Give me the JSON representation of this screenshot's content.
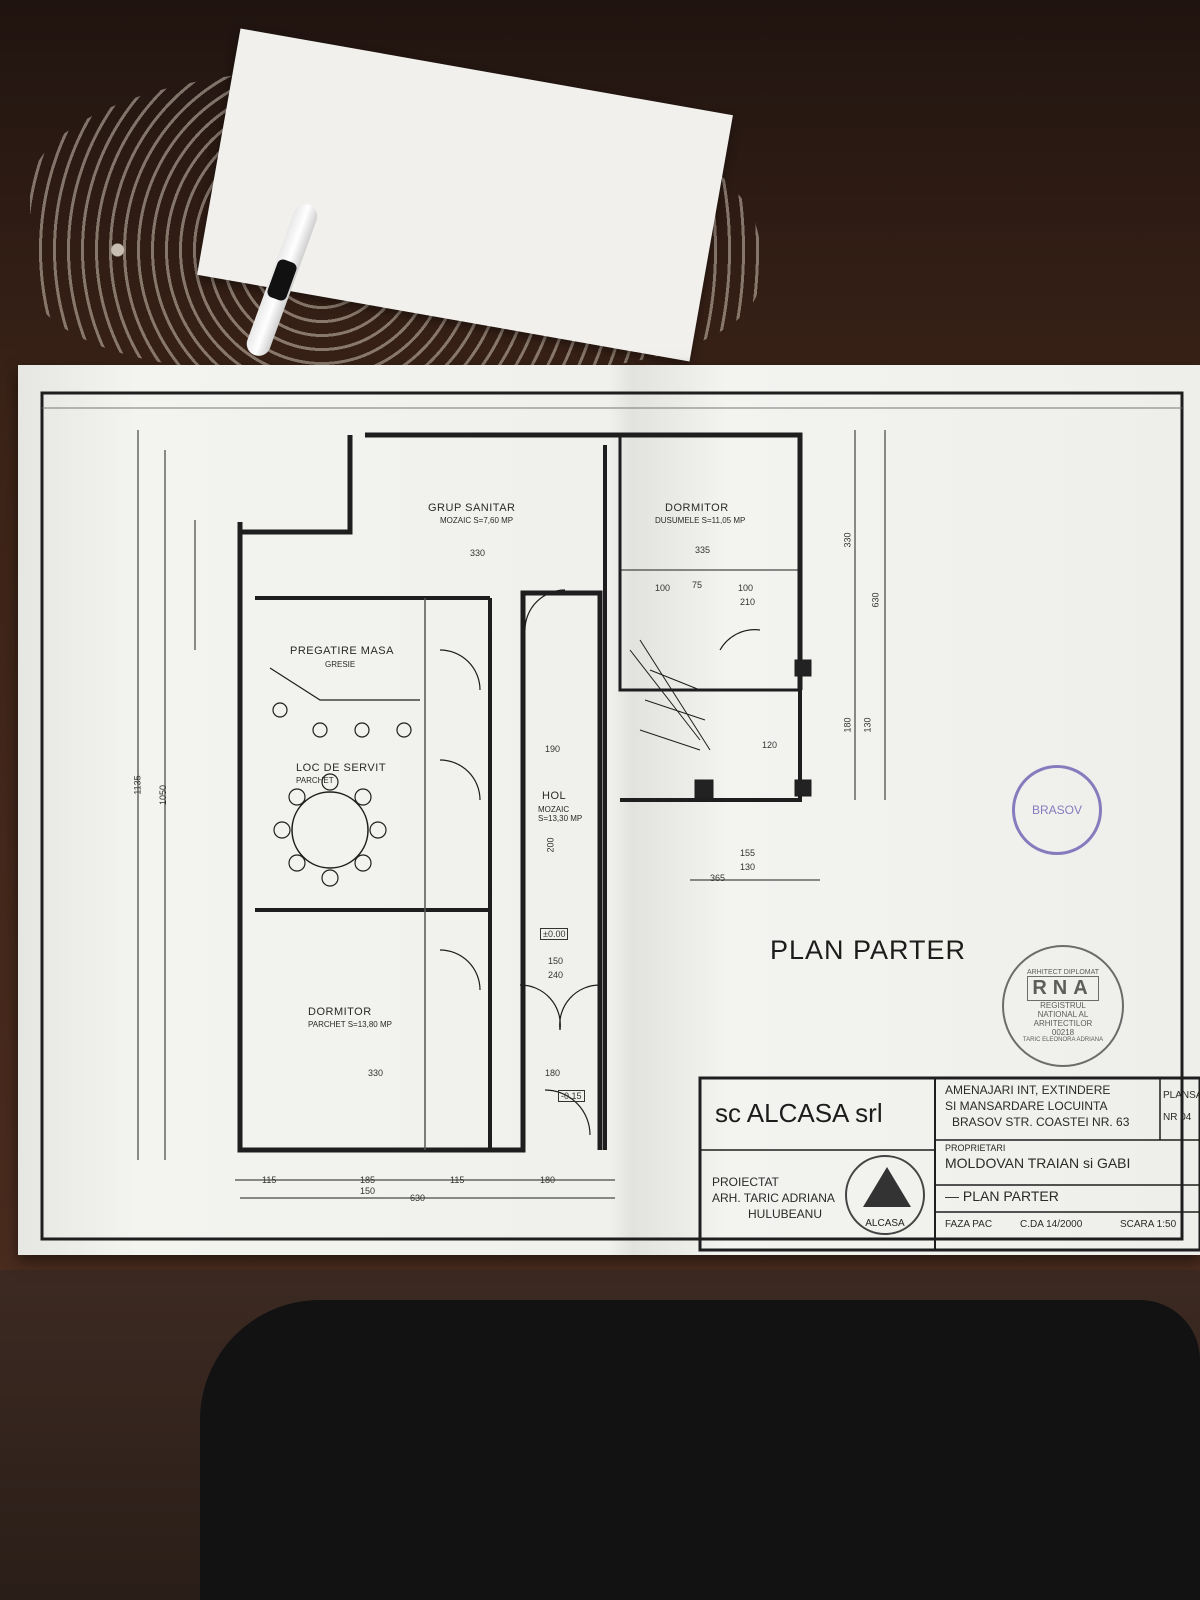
{
  "plan": {
    "title": "PLAN PARTER",
    "rooms": {
      "grup_sanitar": "GRUP SANITAR",
      "grup_sanitar_sub": "MOZAIC S=7,60 MP",
      "dormitor_top": "DORMITOR",
      "dormitor_top_sub": "DUSUMELE S=11,05 MP",
      "pregatire_masa": "PREGATIRE MASA",
      "pregatire_masa_sub": "GRESIE",
      "loc_servit": "LOC DE SERVIT",
      "loc_servit_sub": "PARCHET",
      "hol": "HOL",
      "hol_sub": "MOZAIC S=13,30 MP",
      "dormitor_bottom": "DORMITOR",
      "dormitor_bottom_sub": "PARCHET S=13,80 MP"
    },
    "dimensions": {
      "total_width": "630",
      "total_height_1": "1135",
      "total_height_2": "1050",
      "right_height_1": "630",
      "right_height_2": "330",
      "bottom_1": "115",
      "bottom_2": "185",
      "bottom_3": "115",
      "bottom_4": "180",
      "bottom_5": "150",
      "gs_width": "330",
      "dorm_width": "335",
      "corridor_1": "190",
      "hol_h": "200",
      "door_1": "100",
      "door_2": "75",
      "door_3": "100",
      "door_4": "210",
      "stair_1": "155",
      "stair_2": "130",
      "stair_3": "365",
      "dorm_b_w": "330",
      "hol_b_1": "150",
      "hol_b_2": "240",
      "hol_b_3": "180",
      "level_1": "±0.00",
      "level_2": "-0.15",
      "h_120": "120",
      "h_130": "130",
      "h_180": "180"
    }
  },
  "title_block": {
    "company": "sc ALCASA srl",
    "project_line_1": "AMENAJARI INT, EXTINDERE",
    "project_line_2": "SI MANSARDARE LOCUINTA",
    "project_line_3": "BRASOV STR. COASTEI NR. 63",
    "plansa_label": "PLANSA",
    "plansa_nr": "NR 04",
    "proprietari_label": "PROPRIETARI",
    "proprietari": "MOLDOVAN TRAIAN si GABI",
    "drawing_name": "— PLAN PARTER",
    "proiectat_label": "PROIECTAT",
    "architect_1": "ARH. TARIC ADRIANA",
    "architect_2": "HULUBEANU",
    "faza": "FAZA PAC",
    "cda": "C.DA 14/2000",
    "scara": "SCARA 1:50",
    "logo_text": "ALCASA"
  },
  "stamps": {
    "round_stamp_city": "BRASOV",
    "rna_letters": "RNA",
    "rna_line_1": "REGISTRUL",
    "rna_line_2": "NATIONAL AL",
    "rna_line_3": "ARHITECTILOR",
    "rna_number": "00218",
    "rna_name": "TARIC ELEONORA ADRIANA",
    "rna_top": "ARHITECT DIPLOMAT"
  }
}
